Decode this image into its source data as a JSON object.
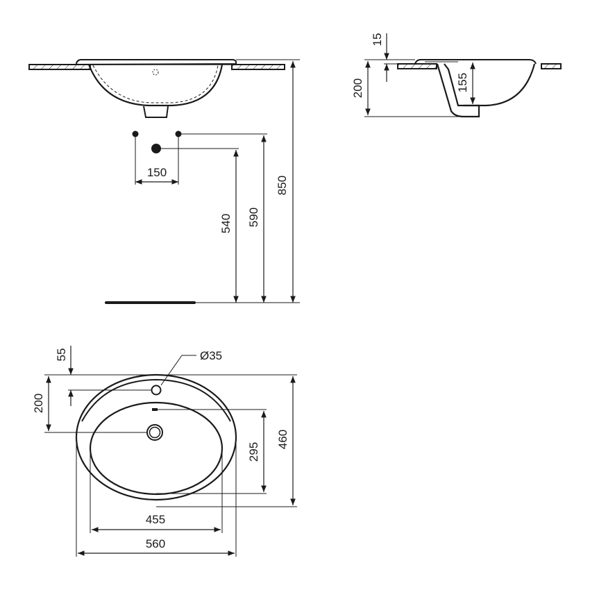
{
  "drawing": {
    "subject": "Countertop washbasin technical drawing",
    "views": {
      "front": {
        "dimensions": {
          "tap_hole_spacing": "150",
          "waste_height": "540",
          "supply_height": "590",
          "rim_height": "850"
        }
      },
      "side": {
        "dimensions": {
          "rim_thickness": "15",
          "total_depth": "200",
          "bowl_depth": "155"
        }
      },
      "plan": {
        "dimensions": {
          "tap_hole_offset": "55",
          "waste_offset": "200",
          "tap_hole_diameter": "Ø35",
          "bowl_depth_plan": "295",
          "overall_depth": "460",
          "bowl_width": "455",
          "overall_width": "560"
        }
      }
    }
  },
  "colors": {
    "line": "#1a1a1a",
    "hatch": "#1a1a1a",
    "background": "#ffffff"
  }
}
